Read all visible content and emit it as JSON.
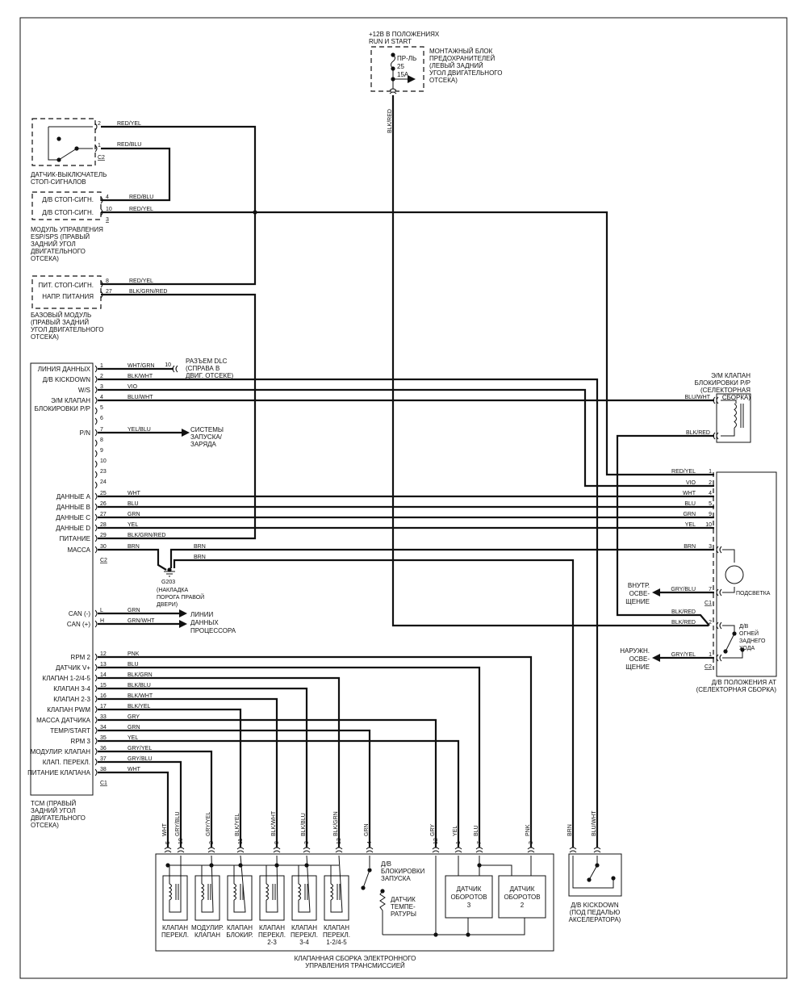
{
  "power": {
    "supply": [
      "+12В В ПОЛОЖЕНИЯХ",
      "RUN И START"
    ],
    "fuse": [
      "ПР-ЛЬ",
      "25",
      "15A"
    ],
    "fuse_block": [
      "МОНТАЖНЫЙ БЛОК",
      "ПРЕДОХРАНИТЕЛЕЙ",
      "(ЛЕВЫЙ ЗАДНИЙ",
      "УГОЛ ДВИГАТЕЛЬНОГО",
      "ОТСЕКА)"
    ],
    "wire": "BLK/RED"
  },
  "brake_switch": {
    "name": [
      "ДАТЧИК-ВЫКЛЮЧАТЕЛЬ",
      "СТОП-СИГНАЛОВ"
    ],
    "connector": "C2",
    "pins": [
      {
        "pin": "2",
        "wire": "RED/YEL"
      },
      {
        "pin": "1",
        "wire": "RED/BLU"
      }
    ]
  },
  "esp_module": {
    "name": [
      "МОДУЛЬ УПРАВЛЕНИЯ",
      "ESP/SPS (ПРАВЫЙ",
      "ЗАДНИЙ УГОЛ",
      "ДВИГАТЕЛЬНОГО",
      "ОТСЕКА)"
    ],
    "connector": "3",
    "pins": [
      {
        "pin": "4",
        "label": "Д/В СТОП-СИГН.",
        "wire": "RED/BLU"
      },
      {
        "pin": "10",
        "label": "Д/В СТОП-СИГН.",
        "wire": "RED/YEL"
      }
    ]
  },
  "base_module": {
    "name": [
      "БАЗОВЫЙ МОДУЛЬ",
      "(ПРАВЫЙ ЗАДНИЙ",
      "УГОЛ ДВИГАТЕЛЬНОГО",
      "ОТСЕКА)"
    ],
    "pins": [
      {
        "pin": "8",
        "label": "ПИТ. СТОП-СИГН.",
        "wire": "RED/YEL"
      },
      {
        "pin": "27",
        "label": "НАПР. ПИТАНИЯ",
        "wire": "BLK/GRN/RED"
      }
    ]
  },
  "tcm": {
    "name": [
      "TCM (ПРАВЫЙ",
      "ЗАДНИЙ УГОЛ",
      "ДВИГАТЕЛЬНОГО",
      "ОТСЕКА)"
    ],
    "connector_c2": "C2",
    "connector_c1": "C1",
    "pins_upper": [
      {
        "pin": "1",
        "label": "ЛИНИЯ ДАННЫХ",
        "wire": "WHT/GRN"
      },
      {
        "pin": "2",
        "label": "Д/В KICKDOWN",
        "wire": "BLK/WHT"
      },
      {
        "pin": "3",
        "label": "W/S",
        "wire": "VIO"
      },
      {
        "pin": "4",
        "label": "Э/М КЛАПАН",
        "label2": "БЛОКИРОВКИ P/P",
        "wire": "BLU/WHT"
      },
      {
        "pin": "5",
        "label": "",
        "wire": ""
      },
      {
        "pin": "6",
        "label": "",
        "wire": ""
      },
      {
        "pin": "7",
        "label": "P/N",
        "wire": "YEL/BLU"
      },
      {
        "pin": "8",
        "label": "",
        "wire": ""
      },
      {
        "pin": "9",
        "label": "",
        "wire": ""
      },
      {
        "pin": "10",
        "label": "",
        "wire": ""
      },
      {
        "pin": "23",
        "label": "",
        "wire": ""
      },
      {
        "pin": "24",
        "label": "",
        "wire": ""
      },
      {
        "pin": "25",
        "label": "ДАННЫЕ A",
        "wire": "WHT"
      },
      {
        "pin": "26",
        "label": "ДАННЫЕ B",
        "wire": "BLU"
      },
      {
        "pin": "27",
        "label": "ДАННЫЕ C",
        "wire": "GRN"
      },
      {
        "pin": "28",
        "label": "ДАННЫЕ D",
        "wire": "YEL"
      },
      {
        "pin": "29",
        "label": "ПИТАНИЕ",
        "wire": "BLK/GRN/RED"
      },
      {
        "pin": "30",
        "label": "МАССА",
        "wire": "BRN"
      }
    ],
    "pins_can": [
      {
        "pin": "L",
        "label": "CAN (-)",
        "wire": "GRN"
      },
      {
        "pin": "H",
        "label": "CAN (+)",
        "wire": "GRN/WHT"
      }
    ],
    "pins_lower": [
      {
        "pin": "12",
        "label": "RPM 2",
        "wire": "PNK"
      },
      {
        "pin": "13",
        "label": "ДАТЧИК V+",
        "wire": "BLU"
      },
      {
        "pin": "14",
        "label": "КЛАПАН 1-2/4-5",
        "wire": "BLK/GRN"
      },
      {
        "pin": "15",
        "label": "КЛАПАН 3-4",
        "wire": "BLK/BLU"
      },
      {
        "pin": "16",
        "label": "КЛАПАН 2-3",
        "wire": "BLK/WHT"
      },
      {
        "pin": "17",
        "label": "КЛАПАН PWM",
        "wire": "BLK/YEL"
      },
      {
        "pin": "33",
        "label": "МАССА ДАТЧИКА",
        "wire": "GRY"
      },
      {
        "pin": "34",
        "label": "TEMP/START",
        "wire": "GRN"
      },
      {
        "pin": "35",
        "label": "RPM 3",
        "wire": "YEL"
      },
      {
        "pin": "36",
        "label": "МОДУЛИР. КЛАПАН",
        "wire": "GRY/YEL"
      },
      {
        "pin": "37",
        "label": "КЛАП. ПЕРЕКЛ.",
        "wire": "GRY/BLU"
      },
      {
        "pin": "38",
        "label": "ПИТАНИЕ КЛАПАНА",
        "wire": "WHT"
      }
    ]
  },
  "dlc": {
    "pin": "10",
    "label": [
      "РАЗЪЕМ DLC",
      "(СПРАВА В",
      "ДВИГ. ОТСЕКЕ)"
    ]
  },
  "charging": [
    "СИСТЕМЫ",
    "ЗАПУСКА/",
    "ЗАРЯДА"
  ],
  "ground": {
    "name": "G203",
    "label": [
      "(НАКЛАДКА",
      "ПОРОГА ПРАВОЙ",
      "ДВЕРИ)"
    ],
    "wires": [
      "BRN",
      "BRN"
    ]
  },
  "can_lines": [
    "ЛИНИИ",
    "ДАННЫХ",
    "ПРОЦЕССОРА"
  ],
  "pr_solenoid": {
    "name": [
      "Э/М КЛАПАН",
      "БЛОКИРОВКИ P/P",
      "(СЕЛЕКТОРНАЯ",
      "СБОРКА)"
    ],
    "wires": [
      "BLU/WHT",
      "BLK/RED"
    ]
  },
  "at_switch": {
    "name": [
      "Д/В ПОЛОЖЕНИЯ АТ",
      "(СЕЛЕКТОРНАЯ СБОРКА)"
    ],
    "pins": [
      {
        "pin": "1",
        "wire": "RED/YEL"
      },
      {
        "pin": "2",
        "wire": "VIO"
      },
      {
        "pin": "4",
        "wire": "WHT"
      },
      {
        "pin": "5",
        "wire": "BLU"
      },
      {
        "pin": "9",
        "wire": "GRN"
      },
      {
        "pin": "10",
        "wire": "YEL"
      },
      {
        "pin": "3",
        "wire": "BRN"
      },
      {
        "pin": "7",
        "wire": "GRY/BLU"
      },
      {
        "pin": "2",
        "wire": "BLK/RED"
      },
      {
        "pin": "1",
        "wire": "GRY/YEL"
      }
    ],
    "extra_wire": "BLK/RED",
    "connector_c1": "C1",
    "connector_c2": "C2",
    "lamp": "ПОДСВЕТКА",
    "backup_switch": [
      "Д/В",
      "ОГНЕЙ",
      "ЗАДНЕГО",
      "ХОДА"
    ],
    "interior": [
      "ВНУТР.",
      "ОСВЕ-",
      "ЩЕНИЕ"
    ],
    "exterior": [
      "НАРУЖН.",
      "ОСВЕ-",
      "ЩЕНИЕ"
    ]
  },
  "valve_body": {
    "name": [
      "КЛАПАННАЯ СБОРКА ЭЛЕКТРОННОГО",
      "УПРАВЛЕНИЯ ТРАНСМИССИЕЙ"
    ],
    "pins": [
      {
        "pin": "5",
        "wire": "WHT"
      },
      {
        "pin": "10",
        "wire": "GRY/BLU"
      },
      {
        "pin": "2",
        "wire": "GRY/YEL"
      },
      {
        "pin": "11",
        "wire": "BLK/YEL"
      },
      {
        "pin": "8",
        "wire": "BLK/WHT"
      },
      {
        "pin": "3",
        "wire": "BLK/BLU"
      },
      {
        "pin": "13",
        "wire": "BLK/GRN"
      },
      {
        "pin": "4",
        "wire": "GRN"
      },
      {
        "pin": "12",
        "wire": "GRY"
      },
      {
        "pin": "1",
        "wire": "YEL"
      },
      {
        "pin": "7",
        "wire": "BLU"
      },
      {
        "pin": "3",
        "wire": "PNK"
      }
    ],
    "valves": [
      [
        "КЛАПАН",
        "ПЕРЕКЛ."
      ],
      [
        "МОДУЛИР.",
        "КЛАПАН"
      ],
      [
        "КЛАПАН",
        "БЛОКИР."
      ],
      [
        "КЛАПАН",
        "ПЕРЕКЛ.",
        "2-3"
      ],
      [
        "КЛАПАН",
        "ПЕРЕКЛ.",
        "3-4"
      ],
      [
        "КЛАПАН",
        "ПЕРЕКЛ.",
        "1-2/4-5"
      ]
    ],
    "start_switch": [
      "Д/В",
      "БЛОКИРОВКИ",
      "ЗАПУСКА"
    ],
    "temp_sensor": [
      "ДАТЧИК",
      "ТЕМПЕ-",
      "РАТУРЫ"
    ],
    "speed_sensor_3": [
      "ДАТЧИК",
      "ОБОРОТОВ",
      "3"
    ],
    "speed_sensor_2": [
      "ДАТЧИК",
      "ОБОРОТОВ",
      "2"
    ]
  },
  "kickdown": {
    "name": [
      "Д/В KICKDOWN",
      "(ПОД ПЕДАЛЬЮ",
      "АКСЕЛЕРАТОРА)"
    ],
    "wires": [
      "BRN",
      "BLU/WHT"
    ]
  }
}
